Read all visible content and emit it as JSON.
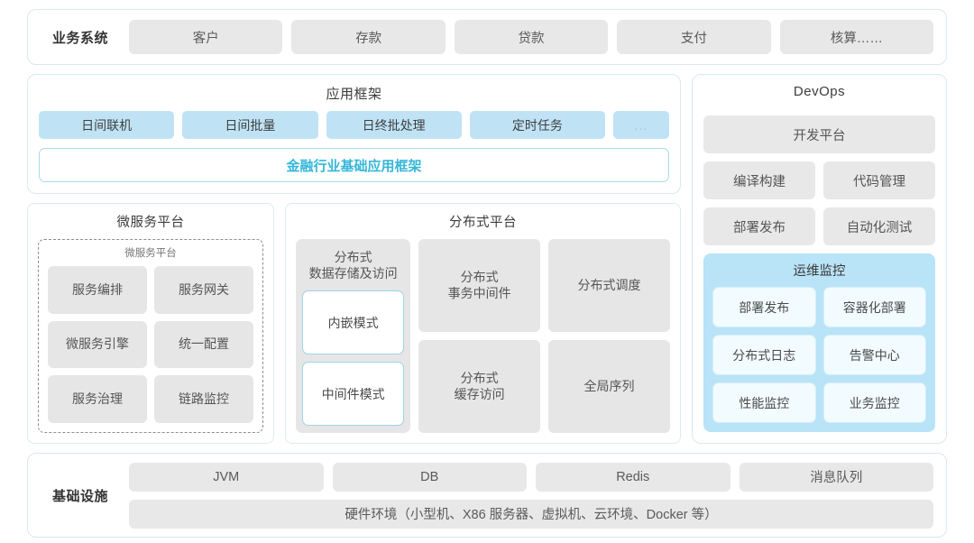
{
  "business_systems": {
    "label": "业务系统",
    "items": [
      "客户",
      "存款",
      "贷款",
      "支付",
      "核算……"
    ]
  },
  "app_framework": {
    "title": "应用框架",
    "tags": [
      "日间联机",
      "日间批量",
      "日终批处理",
      "定时任务"
    ],
    "more_tag": "...",
    "band": "金融行业基础应用框架",
    "band_color": "#35b7d8"
  },
  "microservice_platform": {
    "title": "微服务平台",
    "inner_title": "微服务平台",
    "items": [
      "服务编排",
      "服务网关",
      "微服务引擎",
      "统一配置",
      "服务治理",
      "链路监控"
    ]
  },
  "distributed_platform": {
    "title": "分布式平台",
    "column1": {
      "title": "分布式\n数据存储及访问",
      "title_line1": "分布式",
      "title_line2": "数据存储及访问",
      "sub_items": [
        "内嵌模式",
        "中间件模式"
      ]
    },
    "cells": [
      {
        "line1": "分布式",
        "line2": "事务中间件"
      },
      {
        "line1": "分布式调度",
        "line2": ""
      },
      {
        "line1": "分布式",
        "line2": "缓存访问"
      },
      {
        "line1": "全局序列",
        "line2": ""
      }
    ]
  },
  "devops": {
    "title": "DevOps",
    "platform": "开发平台",
    "pairs": [
      [
        "编译构建",
        "代码管理"
      ],
      [
        "部署发布",
        "自动化测试"
      ]
    ],
    "ops_monitor": {
      "title": "运维监控",
      "accent": "#b9e3f7",
      "items": [
        "部署发布",
        "容器化部署",
        "分布式日志",
        "告警中心",
        "性能监控",
        "业务监控"
      ]
    }
  },
  "infrastructure": {
    "label": "基础设施",
    "items": [
      "JVM",
      "DB",
      "Redis",
      "消息队列"
    ],
    "hardware": "硬件环境（小型机、X86 服务器、虚拟机、云环境、Docker 等）"
  },
  "theme": {
    "frame_border": "#d7e9ed",
    "gray_tile": "#e8e8e8",
    "blue_tag": "#bfe3f5"
  }
}
